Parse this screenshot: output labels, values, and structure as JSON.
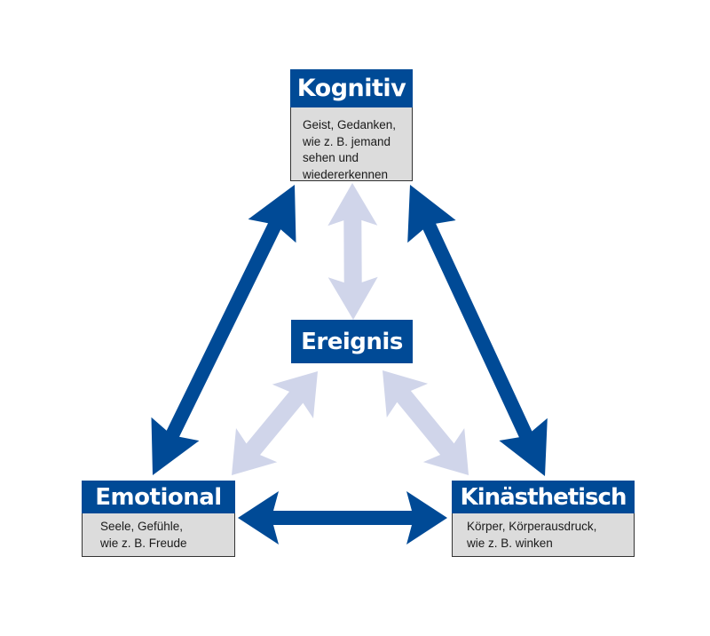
{
  "colors": {
    "primary": "#004a96",
    "secondary_arrow": "#d0d5ea",
    "description_bg": "#dcdcdc"
  },
  "nodes": {
    "kognitiv": {
      "title": "Kognitiv",
      "description": [
        "Geist, Gedanken,",
        "wie z. B. jemand",
        "sehen und",
        "wiedererkennen"
      ]
    },
    "ereignis": {
      "title": "Ereignis"
    },
    "emotional": {
      "title": "Emotional",
      "description": [
        "Seele, Gefühle,",
        "wie z. B. Freude"
      ]
    },
    "kinaesthetisch": {
      "title": "Kinästhetisch",
      "description": [
        "Körper, Körperausdruck,",
        "wie z. B. winken"
      ]
    }
  },
  "connections": [
    {
      "from": "Kognitiv",
      "to": "Emotional",
      "style": "primary",
      "bidirectional": true
    },
    {
      "from": "Kognitiv",
      "to": "Kinästhetisch",
      "style": "primary",
      "bidirectional": true
    },
    {
      "from": "Emotional",
      "to": "Kinästhetisch",
      "style": "primary",
      "bidirectional": true
    },
    {
      "from": "Ereignis",
      "to": "Kognitiv",
      "style": "secondary",
      "bidirectional": true
    },
    {
      "from": "Ereignis",
      "to": "Emotional",
      "style": "secondary",
      "bidirectional": true
    },
    {
      "from": "Ereignis",
      "to": "Kinästhetisch",
      "style": "secondary",
      "bidirectional": true
    }
  ]
}
